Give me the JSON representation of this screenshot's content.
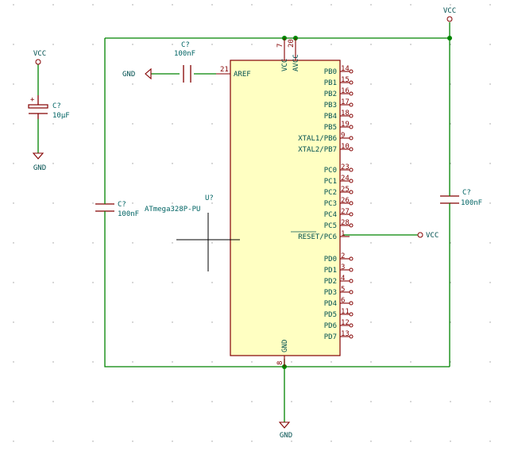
{
  "power": {
    "vcc": "VCC",
    "gnd": "GND"
  },
  "ic": {
    "ref": "U?",
    "value": "ATmega328P-PU",
    "top_pins": [
      {
        "name": "VCC",
        "num": "7"
      },
      {
        "name": "AVCC",
        "num": "20"
      }
    ],
    "left_pins": [
      {
        "name": "AREF",
        "num": "21"
      }
    ],
    "right_pins": [
      {
        "name": "PB0",
        "num": "14"
      },
      {
        "name": "PB1",
        "num": "15"
      },
      {
        "name": "PB2",
        "num": "16"
      },
      {
        "name": "PB3",
        "num": "17"
      },
      {
        "name": "PB4",
        "num": "18"
      },
      {
        "name": "PB5",
        "num": "19"
      },
      {
        "name": "XTAL1/PB6",
        "num": "9"
      },
      {
        "name": "XTAL2/PB7",
        "num": "10"
      },
      {
        "name": "PC0",
        "num": "23"
      },
      {
        "name": "PC1",
        "num": "24"
      },
      {
        "name": "PC2",
        "num": "25"
      },
      {
        "name": "PC3",
        "num": "26"
      },
      {
        "name": "PC4",
        "num": "27"
      },
      {
        "name": "PC5",
        "num": "28"
      },
      {
        "name": "RESET/PC6",
        "num": "1"
      },
      {
        "name": "PD0",
        "num": "2"
      },
      {
        "name": "PD1",
        "num": "3"
      },
      {
        "name": "PD2",
        "num": "4"
      },
      {
        "name": "PD3",
        "num": "5"
      },
      {
        "name": "PD4",
        "num": "6"
      },
      {
        "name": "PD5",
        "num": "11"
      },
      {
        "name": "PD6",
        "num": "12"
      },
      {
        "name": "PD7",
        "num": "13"
      }
    ],
    "bottom_pins": [
      {
        "name": "GND",
        "num": "8"
      }
    ]
  },
  "capacitors": [
    {
      "ref": "C?",
      "value": "100nF",
      "where": "aref"
    },
    {
      "ref": "C?",
      "value": "10µF",
      "where": "bulk"
    },
    {
      "ref": "C?",
      "value": "100nF",
      "where": "left-decoupling"
    },
    {
      "ref": "C?",
      "value": "100nF",
      "where": "right-decoupling"
    }
  ]
}
